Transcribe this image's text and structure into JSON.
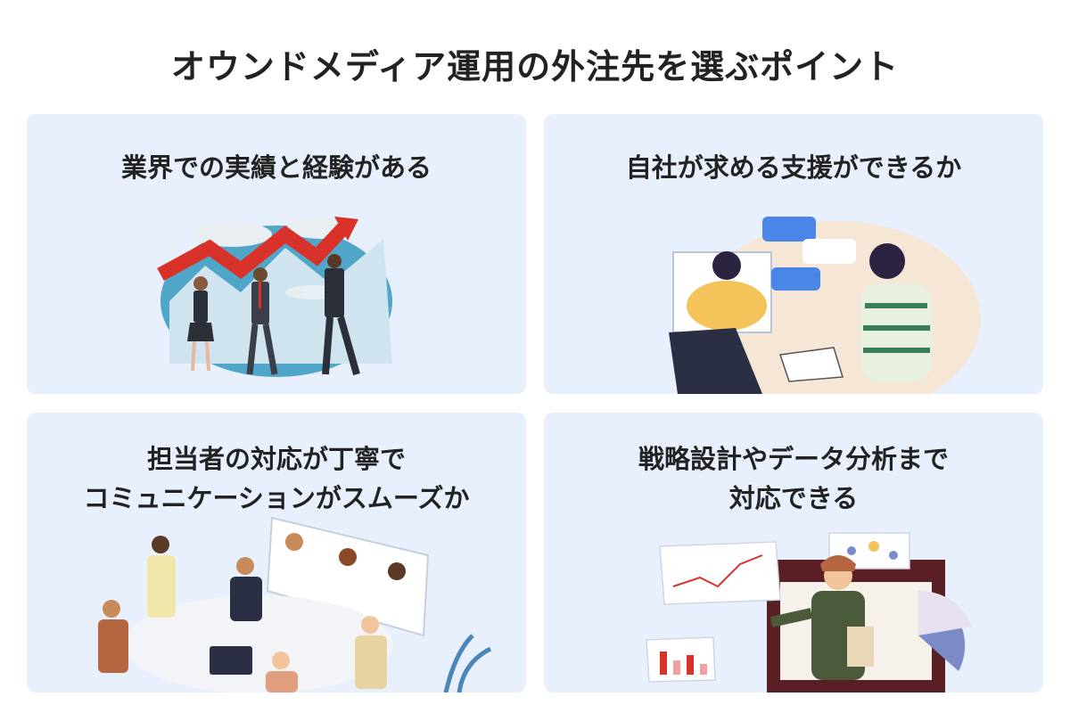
{
  "page": {
    "title": "オウンドメディア運用の外注先を選ぶポイント"
  },
  "cards": [
    {
      "lines": [
        "業界での実績と経験がある"
      ]
    },
    {
      "lines": [
        "自社が求める支援ができるか"
      ]
    },
    {
      "lines": [
        "担当者の対応が丁寧で",
        "コミュニケーションがスムーズか"
      ]
    },
    {
      "lines": [
        "戦略設計やデータ分析まで",
        "対応できる"
      ]
    }
  ],
  "illustrations": {
    "card1": "team-lifting-growth-arrow",
    "card2": "video-call-consultation",
    "card3": "team-meeting-video-conference",
    "card4": "data-analysis-presentation"
  },
  "colors": {
    "card_bg": "#e9f0fd",
    "arrow_red": "#d9322b",
    "chat_blue": "#4a86e8"
  }
}
